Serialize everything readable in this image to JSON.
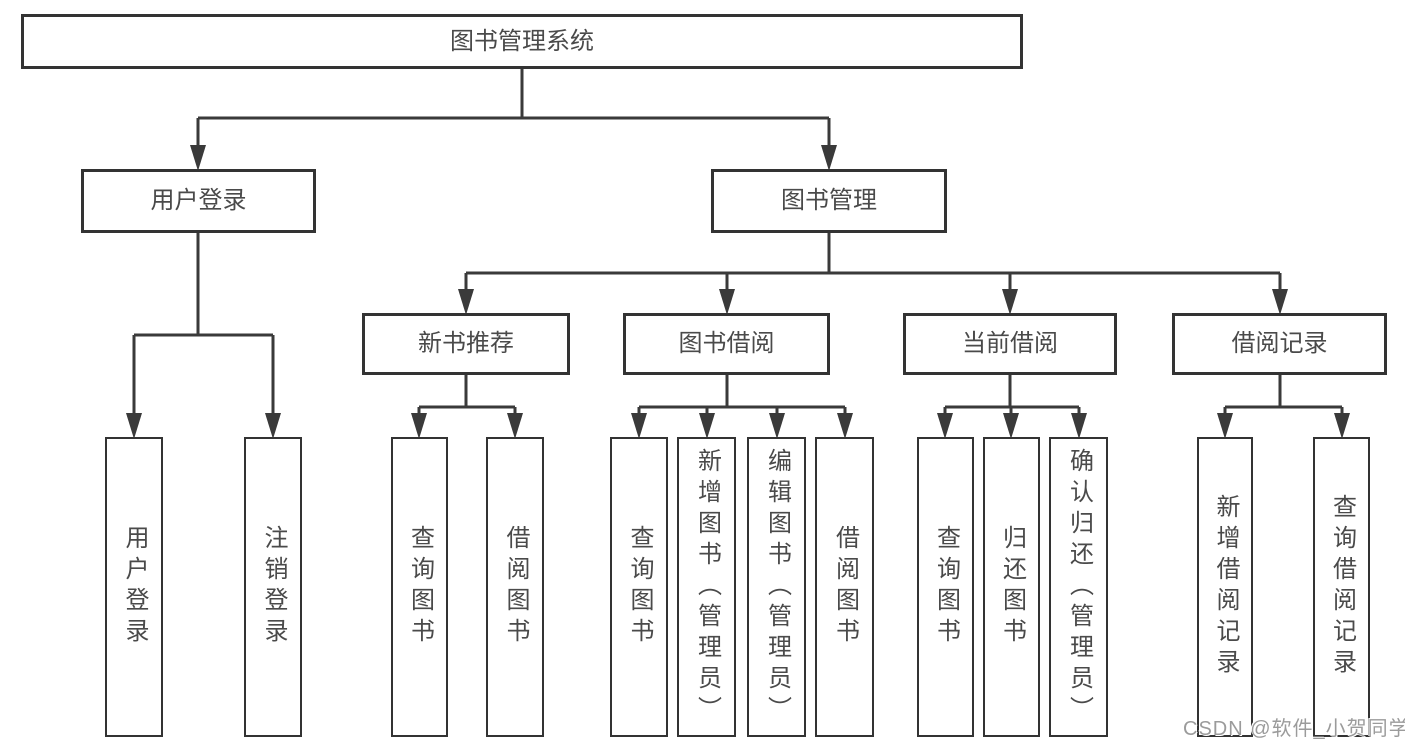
{
  "tree": {
    "root": {
      "label": "图书管理系统"
    },
    "level2": [
      {
        "label": "用户登录",
        "children": [
          {
            "label": "用户登录"
          },
          {
            "label": "注销登录"
          }
        ]
      },
      {
        "label": "图书管理"
      }
    ],
    "level3": [
      {
        "label": "新书推荐",
        "children": [
          {
            "label": "查询图书"
          },
          {
            "label": "借阅图书"
          }
        ]
      },
      {
        "label": "图书借阅",
        "children": [
          {
            "label": "查询图书"
          },
          {
            "label": "新增图书（管理员）"
          },
          {
            "label": "编辑图书（管理员）"
          },
          {
            "label": "借阅图书"
          }
        ]
      },
      {
        "label": "当前借阅",
        "children": [
          {
            "label": "查询图书"
          },
          {
            "label": "归还图书"
          },
          {
            "label": "确认归还（管理员）"
          }
        ]
      },
      {
        "label": "借阅记录",
        "children": [
          {
            "label": "新增借阅记录"
          },
          {
            "label": "查询借阅记录"
          }
        ]
      }
    ]
  },
  "watermark": {
    "text": "CSDN @软件_小贺同学"
  },
  "colors": {
    "line": "#3a3a3a",
    "box_border": "#333333",
    "text": "#4a4a4a",
    "background": "#ffffff",
    "watermark": "#9b9b9b"
  }
}
